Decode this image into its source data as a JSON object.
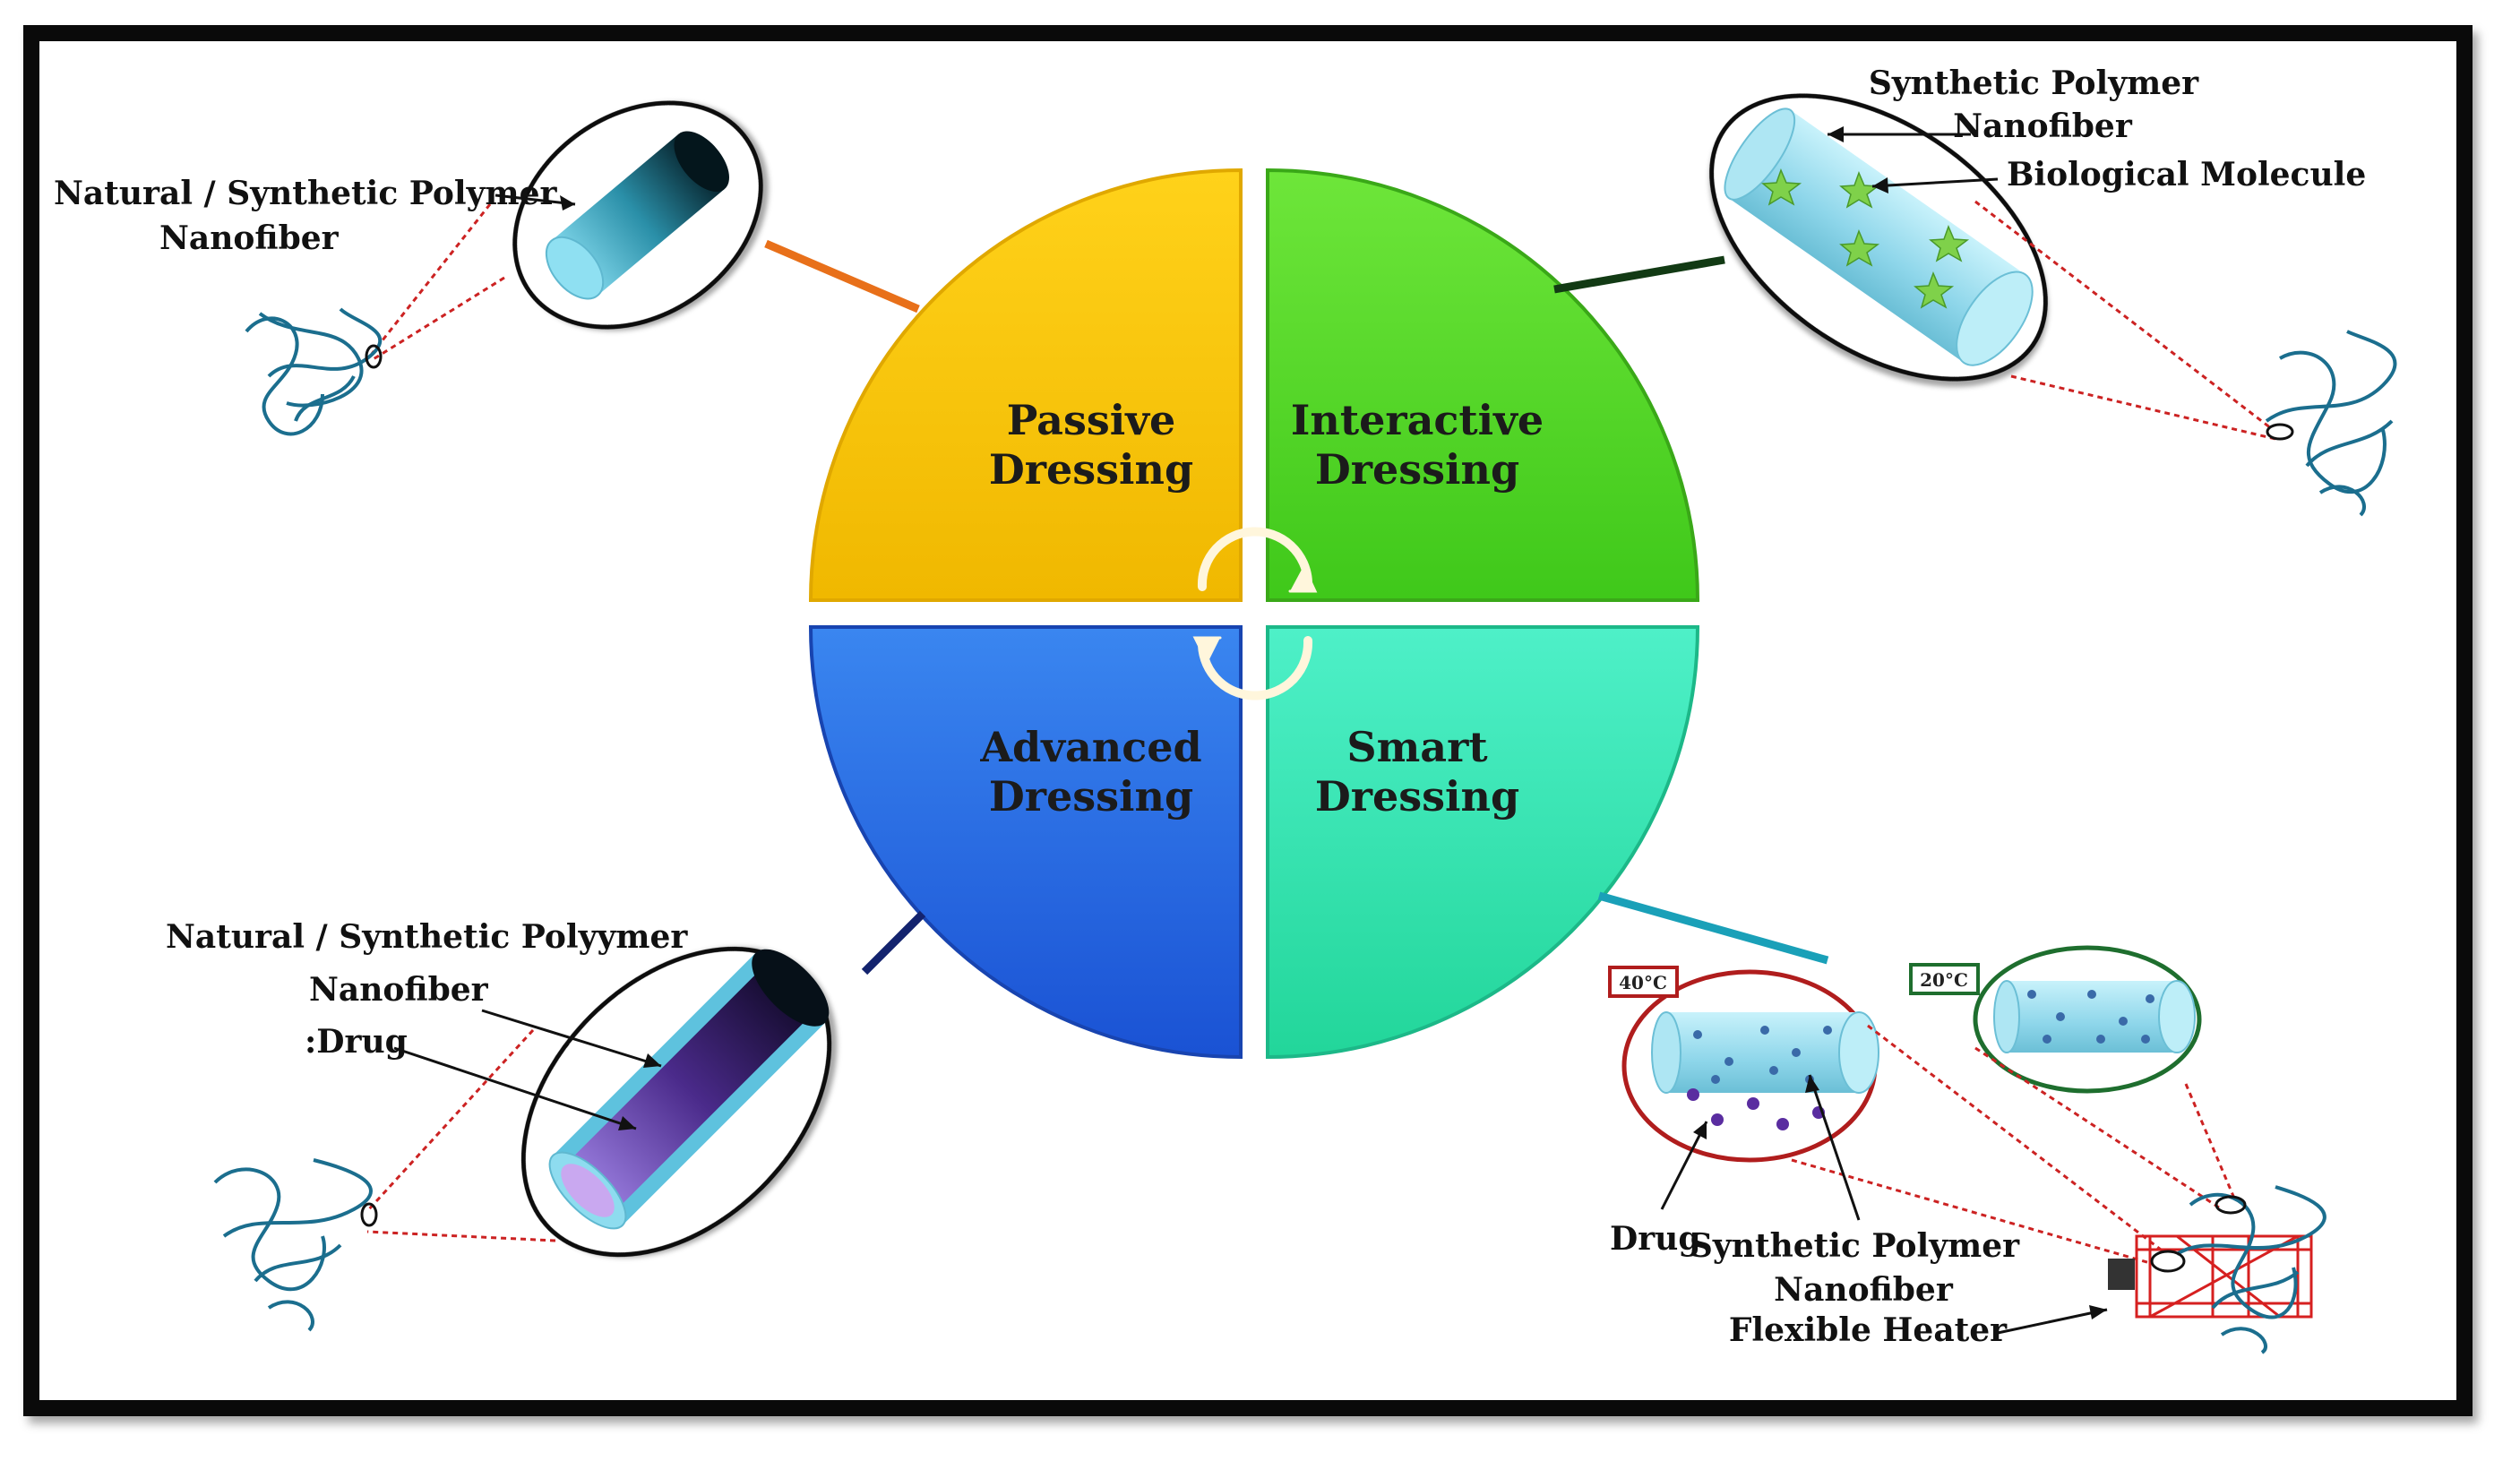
{
  "quadrants": {
    "passive": {
      "line1": "Passive",
      "line2": "Dressing",
      "color": "#f5c200"
    },
    "interactive": {
      "line1": "Interactive",
      "line2": "Dressing",
      "color": "#5fd92e"
    },
    "advanced": {
      "line1": "Advanced",
      "line2": "Dressing",
      "color": "#2a6fe0"
    },
    "smart": {
      "line1": "Smart",
      "line2": "Dressing",
      "color": "#38e6b4"
    }
  },
  "passive_inset": {
    "label_line1": "Natural / Synthetic Polymer",
    "label_line2": "Nanofiber"
  },
  "interactive_inset": {
    "label_polymer_line1": "Synthetic Polymer",
    "label_polymer_line2": "Nanofiber",
    "label_molecule": "Biological Molecule"
  },
  "advanced_inset": {
    "label_line1": "Natural / Synthetic Polyymer",
    "label_line2": "Nanofiber",
    "label_drug": ":Drug"
  },
  "smart_inset": {
    "temp_hot": "40°C",
    "temp_cold": "20°C",
    "label_drug": "Drug",
    "label_polymer_line1": "Synthetic Polymer",
    "label_polymer_line2": "Nanofiber",
    "label_heater": "Flexible Heater"
  }
}
